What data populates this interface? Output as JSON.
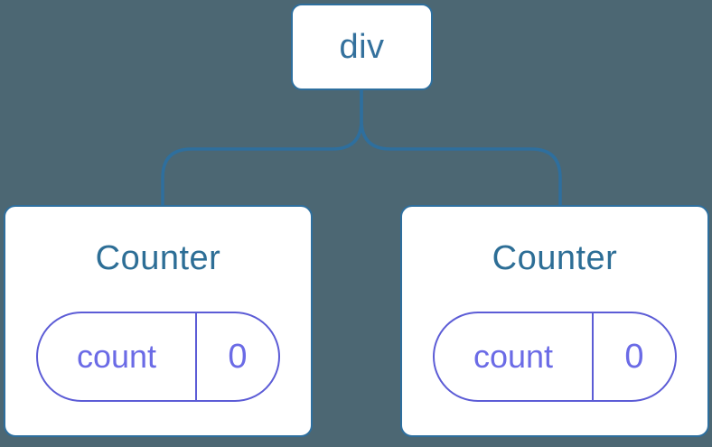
{
  "diagram": {
    "type": "component-tree",
    "colors": {
      "background": "#4c6773",
      "node_fill": "#ffffff",
      "node_border_blue": "#2e6f9e",
      "node_text_blue": "#2d6e96",
      "state_border_purple": "#5c5cd6",
      "state_text_purple": "#6b6be6"
    },
    "root_node": {
      "label": "div"
    },
    "child_nodes": [
      {
        "title": "Counter",
        "state": {
          "key": "count",
          "value": "0"
        }
      },
      {
        "title": "Counter",
        "state": {
          "key": "count",
          "value": "0"
        }
      }
    ]
  }
}
